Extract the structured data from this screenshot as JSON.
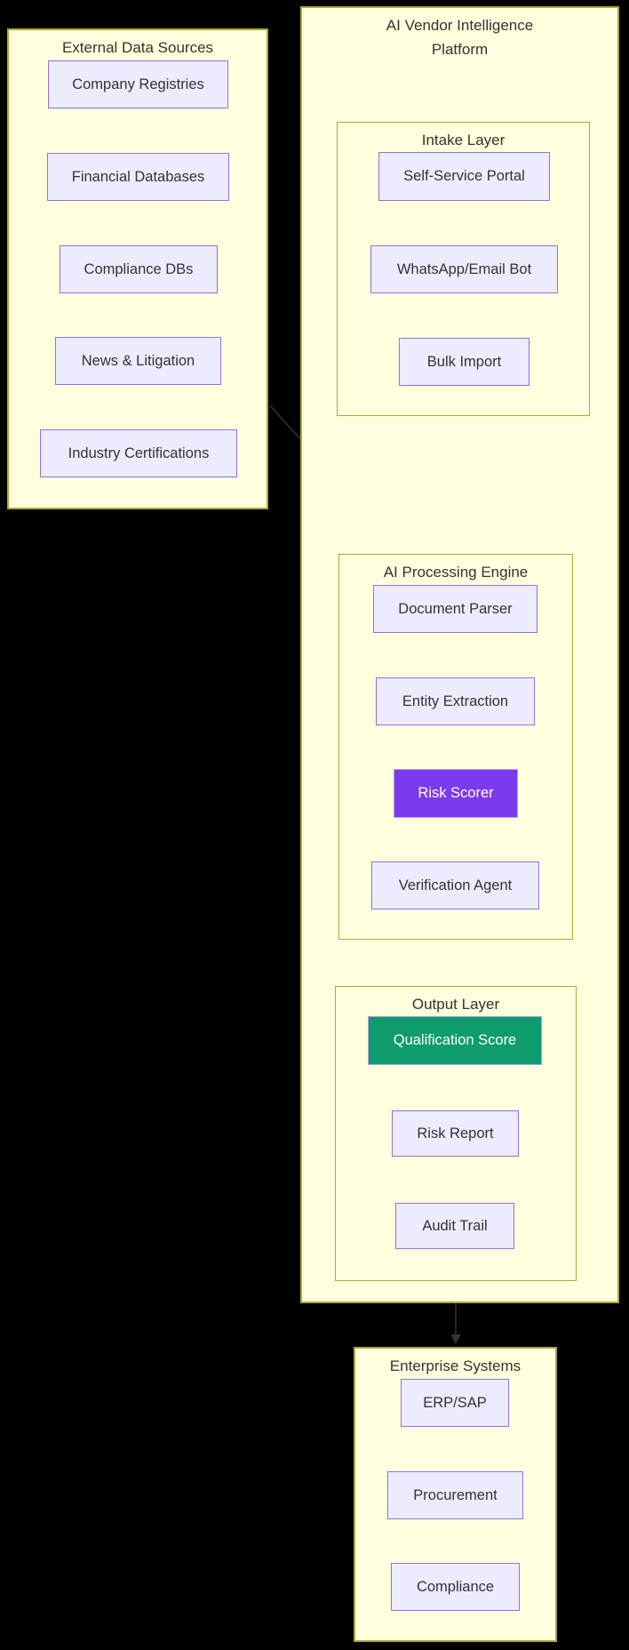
{
  "diagram": {
    "type": "flowchart",
    "background": "#000000",
    "colors": {
      "container_fill": "#ffffde",
      "container_border": "#aaaa33",
      "node_fill": "#ECECFF",
      "node_border": "#9370DB",
      "node_text": "#333333",
      "risk_scorer_fill": "#7C3AED",
      "qualification_score_fill": "#0E9C6E",
      "highlight_text": "#ffffff",
      "arrow": "#333333"
    },
    "external": {
      "title": "External Data Sources",
      "nodes": [
        "Company Registries",
        "Financial Databases",
        "Compliance DBs",
        "News & Litigation",
        "Industry Certifications"
      ]
    },
    "platform": {
      "title": "AI Vendor Intelligence Platform",
      "intake": {
        "title": "Intake Layer",
        "nodes": [
          "Self-Service Portal",
          "WhatsApp/Email Bot",
          "Bulk Import"
        ]
      },
      "processing": {
        "title": "AI Processing Engine",
        "nodes": [
          "Document Parser",
          "Entity Extraction",
          "Risk Scorer",
          "Verification Agent"
        ]
      },
      "output": {
        "title": "Output Layer",
        "nodes": [
          "Qualification Score",
          "Risk Report",
          "Audit Trail"
        ]
      }
    },
    "enterprise": {
      "title": "Enterprise Systems",
      "nodes": [
        "ERP/SAP",
        "Procurement",
        "Compliance"
      ]
    },
    "edges": [
      {
        "from": "External Data Sources",
        "to": "AI Processing Engine"
      },
      {
        "from": "Intake Layer",
        "to": "AI Processing Engine"
      },
      {
        "from": "AI Processing Engine",
        "to": "Output Layer"
      },
      {
        "from": "Output Layer",
        "to": "Enterprise Systems"
      }
    ]
  }
}
